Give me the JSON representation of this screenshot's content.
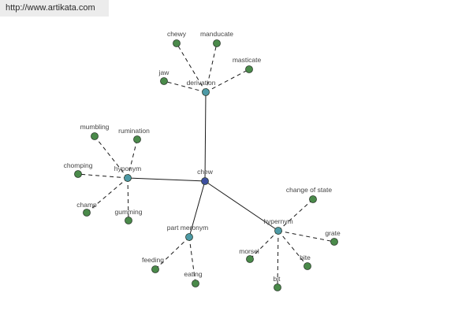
{
  "banner": {
    "url": "http://www.artikata.com"
  },
  "colors": {
    "root": "#3d4fa0",
    "relation": "#4d9aa6",
    "leaf": "#4a8a4a",
    "node_stroke": "#2b3a2b"
  },
  "graph": {
    "root": {
      "id": "chew",
      "label": "chew"
    },
    "relations": [
      {
        "id": "derivation",
        "label": "derivation",
        "terms": [
          "chewy",
          "manducate",
          "masticate",
          "jaw"
        ]
      },
      {
        "id": "hyponym",
        "label": "hyponym",
        "terms": [
          "mumbling",
          "rumination",
          "chomping",
          "champ",
          "gumming"
        ]
      },
      {
        "id": "part-meronym",
        "label": "part meronym",
        "terms": [
          "feeding",
          "eating"
        ]
      },
      {
        "id": "hypernym",
        "label": "hypernym",
        "terms": [
          "change of state",
          "grate",
          "bite",
          "bit",
          "morsel"
        ]
      }
    ]
  }
}
